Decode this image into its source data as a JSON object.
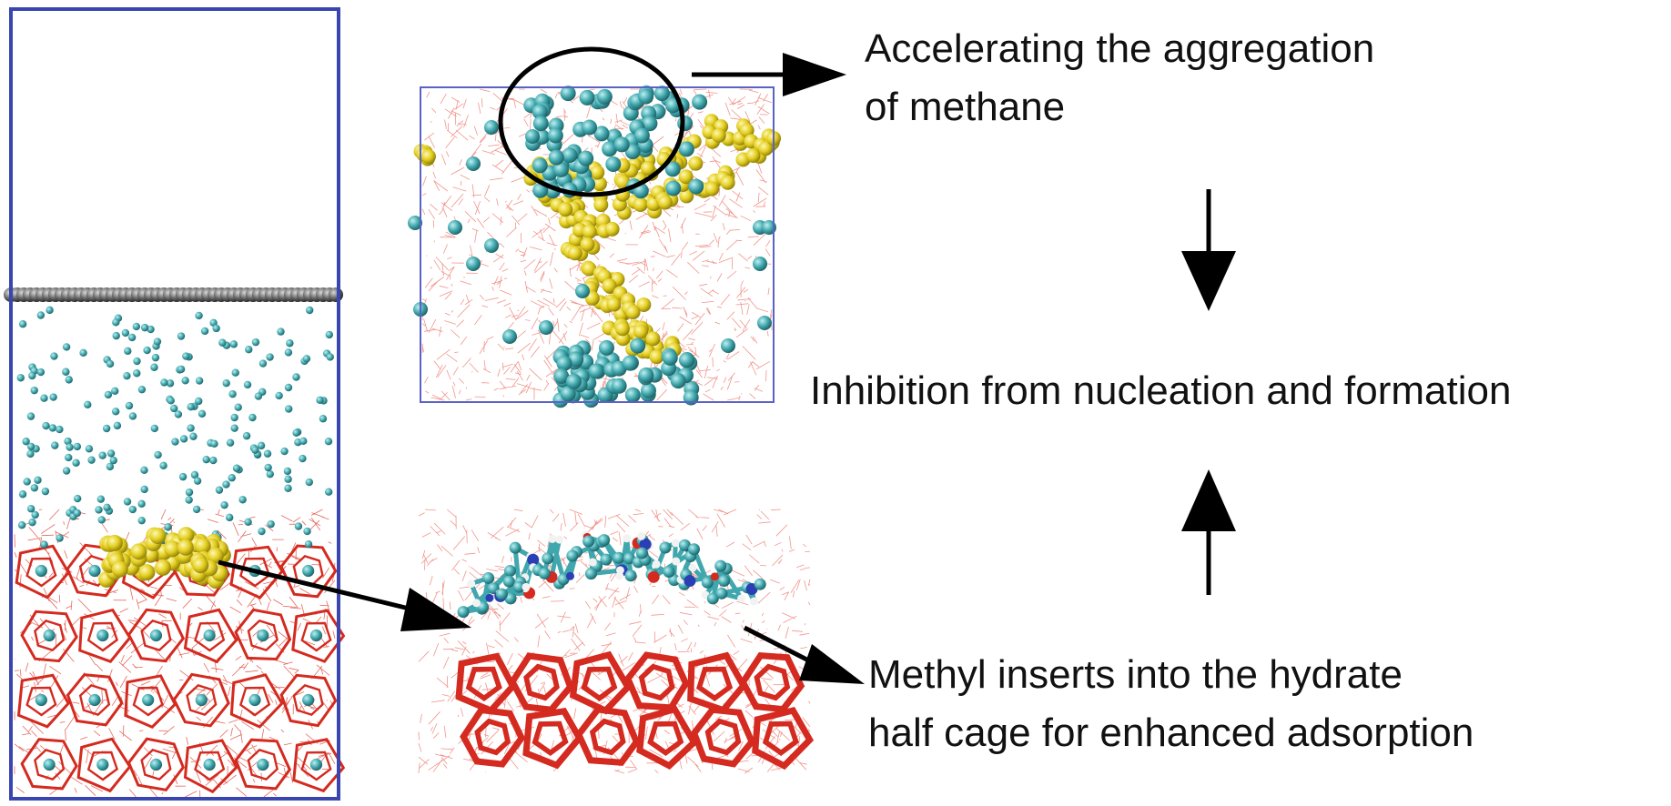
{
  "diagram": {
    "callout_top": {
      "line1": "Accelerating the aggregation",
      "line2": "of methane"
    },
    "center_label": "Inhibition from nucleation and formation",
    "callout_bottom": {
      "line1": "Methyl inserts into the hydrate",
      "line2": "half cage for enhanced adsorption"
    },
    "colors": {
      "box_border": "#3a46b0",
      "methane": "#3fa7ad",
      "inhibitor": "#e6d021",
      "hydrate": "#d42a1f",
      "water": "#f0a8a0",
      "graphene": "#555555",
      "arrow": "#000000"
    }
  }
}
